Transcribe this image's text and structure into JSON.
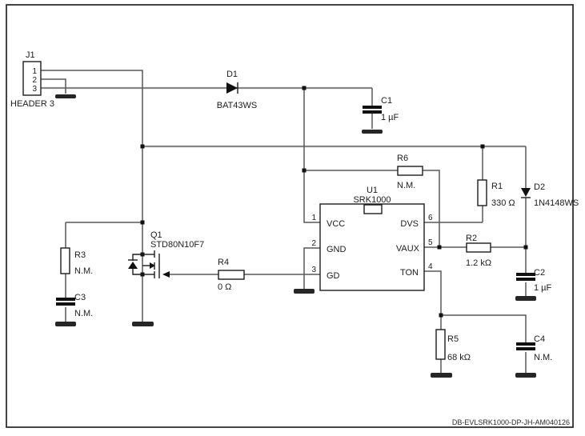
{
  "frame": {
    "plot_number": "DB-EVLSRK1000-DP-JH-AM040126"
  },
  "components": {
    "j1": {
      "ref": "J1",
      "value": "HEADER 3",
      "pins": [
        "1",
        "2",
        "3"
      ]
    },
    "d1": {
      "ref": "D1",
      "value": "BAT43WS"
    },
    "c1": {
      "ref": "C1",
      "value": "1 µF"
    },
    "u1": {
      "ref": "U1",
      "value": "SRK1000",
      "pins": [
        {
          "num": "1",
          "name": "VCC"
        },
        {
          "num": "2",
          "name": "GND"
        },
        {
          "num": "3",
          "name": "GD"
        },
        {
          "num": "6",
          "name": "DVS"
        },
        {
          "num": "5",
          "name": "VAUX"
        },
        {
          "num": "4",
          "name": "TON"
        }
      ]
    },
    "r1": {
      "ref": "R1",
      "value": "330 Ω"
    },
    "r2": {
      "ref": "R2",
      "value": "1.2 kΩ"
    },
    "r3": {
      "ref": "R3",
      "value": "N.M."
    },
    "r4": {
      "ref": "R4",
      "value": "0 Ω"
    },
    "r5": {
      "ref": "R5",
      "value": "68 kΩ"
    },
    "r6": {
      "ref": "R6",
      "value": "N.M."
    },
    "c2": {
      "ref": "C2",
      "value": "1 µF"
    },
    "c3": {
      "ref": "C3",
      "value": "N.M."
    },
    "c4": {
      "ref": "C4",
      "value": "N.M."
    },
    "d2": {
      "ref": "D2",
      "value": "1N4148WS"
    },
    "q1": {
      "ref": "Q1",
      "value": "STD80N10F7"
    }
  }
}
